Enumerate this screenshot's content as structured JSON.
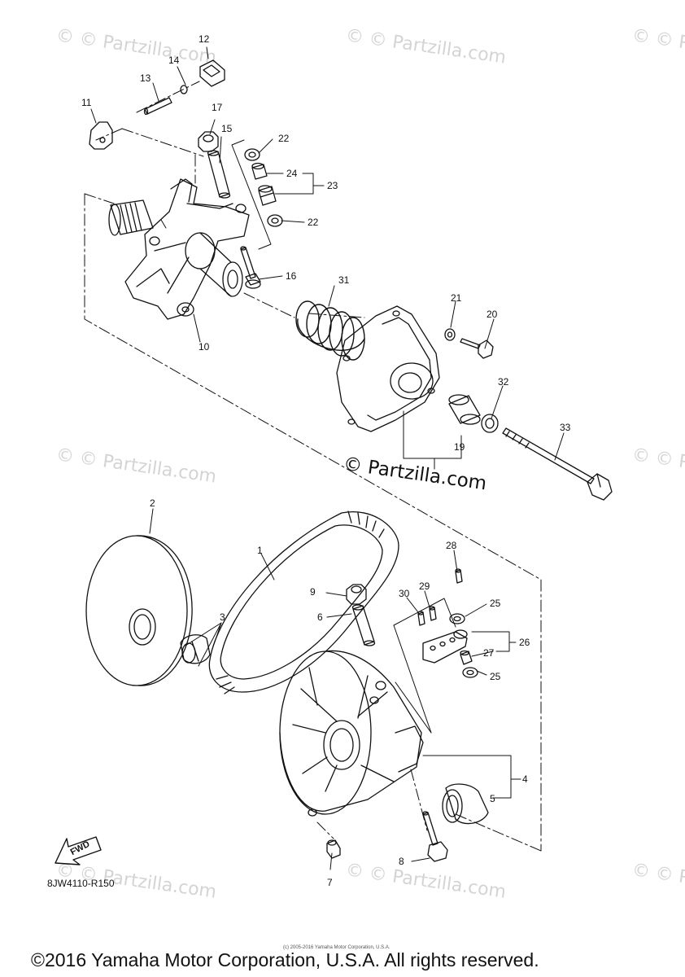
{
  "diagram_code": "8JW4110-R150",
  "copyright": "©2016 Yamaha Motor Corporation, U.S.A. All rights reserved.",
  "tiny_copyright": "(c) 2005-2016 Yamaha Motor Corporation, U.S.A.",
  "watermark": "© Partzilla.com",
  "fwd_label": "FWD",
  "parts": {
    "p1": "1",
    "p2": "2",
    "p3": "3",
    "p4": "4",
    "p5": "5",
    "p6": "6",
    "p7": "7",
    "p8": "8",
    "p9": "9",
    "p10": "10",
    "p11": "11",
    "p12": "12",
    "p13": "13",
    "p14": "14",
    "p15": "15",
    "p16": "16",
    "p17": "17",
    "p19": "19",
    "p20": "20",
    "p21": "21",
    "p22a": "22",
    "p22b": "22",
    "p23": "23",
    "p24": "24",
    "p25a": "25",
    "p25b": "25",
    "p26": "26",
    "p27": "27",
    "p28": "28",
    "p29": "29",
    "p30": "30",
    "p31": "31",
    "p32": "32",
    "p33": "33"
  },
  "colors": {
    "ink": "#111111",
    "watermark": "#d4d4d4"
  }
}
